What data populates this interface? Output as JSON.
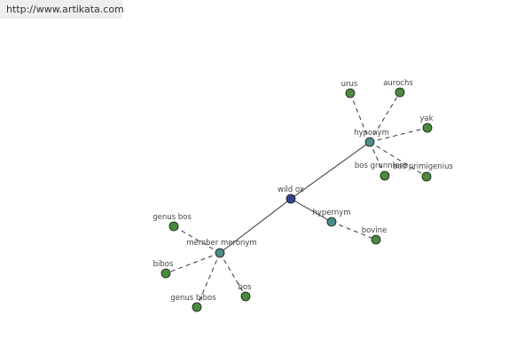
{
  "source_link": {
    "text": "http://www.artikata.com"
  },
  "colors": {
    "root": "#334488",
    "relation": "#4d8a8a",
    "leaf": "#4a8a3c",
    "edge": "#222222",
    "label": "#444444"
  },
  "graph": {
    "nodes": [
      {
        "id": "wild-ox",
        "label": "wild ox",
        "kind": "root"
      },
      {
        "id": "hyponym",
        "label": "hyponym",
        "kind": "relation"
      },
      {
        "id": "hypernym",
        "label": "hypernym",
        "kind": "relation"
      },
      {
        "id": "member-meronym",
        "label": "member meronym",
        "kind": "relation"
      },
      {
        "id": "urus",
        "label": "urus",
        "kind": "leaf"
      },
      {
        "id": "aurochs",
        "label": "aurochs",
        "kind": "leaf"
      },
      {
        "id": "yak",
        "label": "yak",
        "kind": "leaf"
      },
      {
        "id": "bos-grunniens",
        "label": "bos grunniens",
        "kind": "leaf"
      },
      {
        "id": "bos-primigenius",
        "label": "bos primigenius",
        "kind": "leaf"
      },
      {
        "id": "bovine",
        "label": "bovine",
        "kind": "leaf"
      },
      {
        "id": "genus-bos",
        "label": "genus bos",
        "kind": "leaf"
      },
      {
        "id": "bibos",
        "label": "bibos",
        "kind": "leaf"
      },
      {
        "id": "genus-bibos",
        "label": "genus bibos",
        "kind": "leaf"
      },
      {
        "id": "bos",
        "label": "bos",
        "kind": "leaf"
      }
    ],
    "edges": [
      {
        "from": "wild-ox",
        "to": "hyponym",
        "style": "solid"
      },
      {
        "from": "wild-ox",
        "to": "hypernym",
        "style": "solid"
      },
      {
        "from": "wild-ox",
        "to": "member-meronym",
        "style": "solid"
      },
      {
        "from": "hyponym",
        "to": "urus",
        "style": "dashed"
      },
      {
        "from": "hyponym",
        "to": "aurochs",
        "style": "dashed"
      },
      {
        "from": "hyponym",
        "to": "yak",
        "style": "dashed"
      },
      {
        "from": "hyponym",
        "to": "bos-grunniens",
        "style": "dashed"
      },
      {
        "from": "hyponym",
        "to": "bos-primigenius",
        "style": "dashed"
      },
      {
        "from": "hypernym",
        "to": "bovine",
        "style": "dashed"
      },
      {
        "from": "member-meronym",
        "to": "genus-bos",
        "style": "dashed"
      },
      {
        "from": "member-meronym",
        "to": "bibos",
        "style": "dashed"
      },
      {
        "from": "member-meronym",
        "to": "genus-bibos",
        "style": "dashed"
      },
      {
        "from": "member-meronym",
        "to": "bos",
        "style": "dashed"
      }
    ]
  }
}
